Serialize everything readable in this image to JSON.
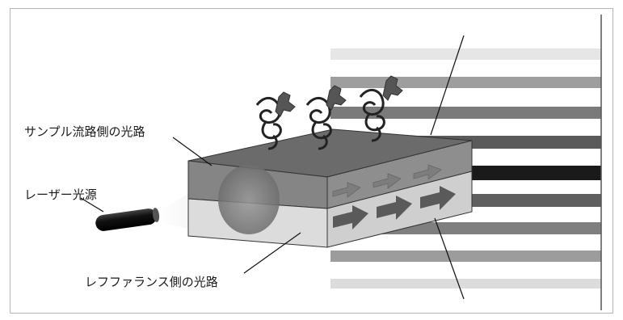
{
  "labels": {
    "sample_path": "サンプル流路側の光路",
    "laser_source": "レーザー光源",
    "reference_path": "レフファランス側の光路"
  },
  "elements": {
    "laser": "laser-emitter",
    "chip": "microfluidic-chip",
    "molecules": [
      "molecule-1",
      "molecule-2",
      "molecule-3"
    ],
    "fringes": "interference-fringes"
  },
  "colors": {
    "chip_top": "#6a6a6a",
    "sample_channel": "#8c8c8c",
    "reference_channel": "#d8d8d8",
    "arrow": "#5a5a5a",
    "fringe_dark": "#4a4a4a",
    "fringe_light": "#cfcfcf"
  }
}
